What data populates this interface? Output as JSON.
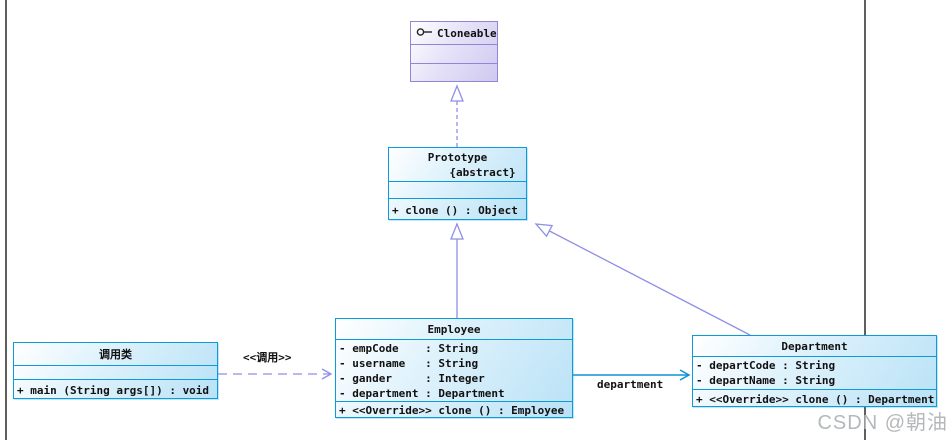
{
  "diagram": {
    "kind": "uml-class-diagram",
    "pattern": "Prototype",
    "classes": {
      "cloneable": {
        "name": "Cloneable",
        "kind": "interface"
      },
      "prototype": {
        "name": "Prototype",
        "stereotype": "{abstract}",
        "method": "+ clone () : Object"
      },
      "employee": {
        "name": "Employee",
        "attributes": [
          "- empCode    : String",
          "- username   : String",
          "- gander     : Integer",
          "- department : Department"
        ],
        "method": "+ <<Override>> clone () : Employee"
      },
      "department": {
        "name": "Department",
        "attributes": [
          "- departCode : String",
          "- departName : String"
        ],
        "method": "+ <<Override>> clone () : Department"
      },
      "caller": {
        "name": "调用类",
        "method": "+ main (String args[]) : void"
      }
    },
    "labels": {
      "call": "<<调用>>",
      "department_assoc": "department"
    },
    "relationships": [
      {
        "from": "Prototype",
        "to": "Cloneable",
        "type": "realization"
      },
      {
        "from": "Employee",
        "to": "Prototype",
        "type": "generalization"
      },
      {
        "from": "Department",
        "to": "Prototype",
        "type": "generalization"
      },
      {
        "from": "调用类",
        "to": "Employee",
        "type": "dependency",
        "label": "<<调用>>"
      },
      {
        "from": "Employee",
        "to": "Department",
        "type": "association",
        "label": "department"
      }
    ],
    "colors": {
      "class_border": "#0d9bd8",
      "class_fill": "#b9e2f6",
      "interface_border": "#8f86d6",
      "interface_fill": "#cfc9f0",
      "edge_purple": "#8f8fe8",
      "edge_blue": "#0d93d6",
      "page_border": "#5f5f5f",
      "watermark_color": "#b5b8ba"
    }
  },
  "watermark": "CSDN @朝油"
}
